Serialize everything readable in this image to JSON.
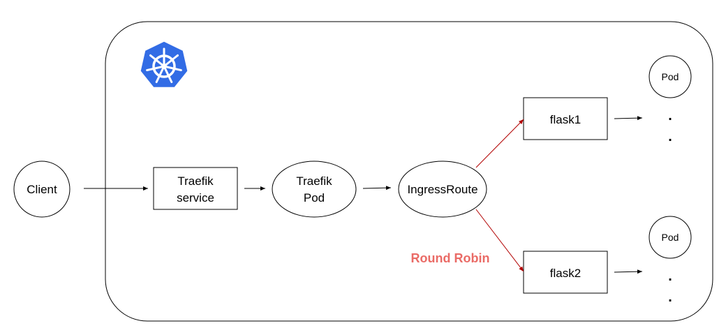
{
  "nodes": {
    "client": "Client",
    "traefik_service_line1": "Traefik",
    "traefik_service_line2": "service",
    "traefik_pod_line1": "Traefik",
    "traefik_pod_line2": "Pod",
    "ingress_route": "IngressRoute",
    "flask1": "flask1",
    "flask2": "flask2",
    "pod_top": "Pod",
    "pod_bottom": "Pod"
  },
  "annotation": {
    "round_robin": "Round Robin"
  },
  "ellipsis": {
    "dot": "."
  },
  "icons": {
    "cluster_logo": "kubernetes-helm-wheel-icon"
  },
  "colors": {
    "stroke": "#000000",
    "routing_arrow": "#b20000",
    "annotation": "#ea6b66",
    "logo_fill": "#326ce5"
  }
}
